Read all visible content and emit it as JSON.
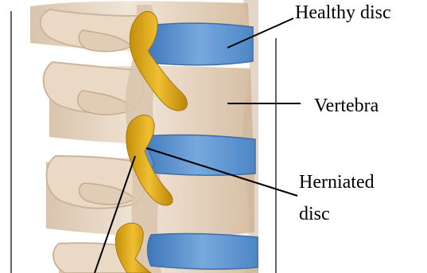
{
  "diagram": {
    "labels": {
      "healthy_disc": "Healthy disc",
      "vertebra": "Vertebra",
      "herniated_line1": "Herniated",
      "herniated_line2": "disc"
    },
    "colors": {
      "bone": "#ead9c5",
      "bone_shadow": "#d7c2ab",
      "bone_dark": "#cdb59c",
      "disc": "#4f89c9",
      "disc_light": "#78a8dc",
      "nerve": "#d9a316",
      "nerve_shadow": "#b98609",
      "line": "#000000"
    }
  }
}
